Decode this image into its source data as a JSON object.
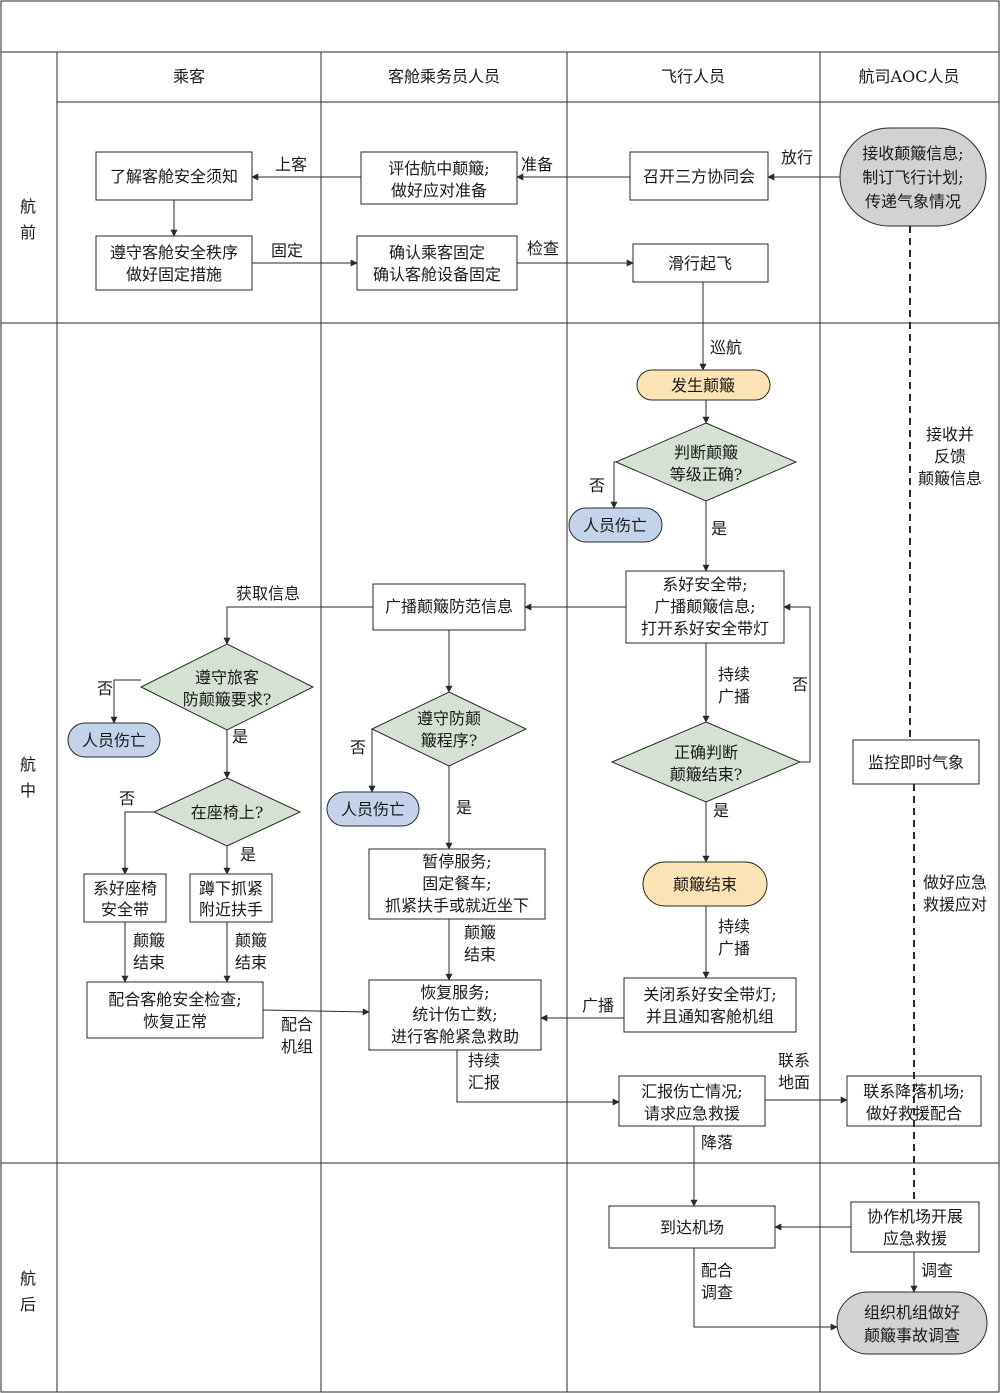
{
  "lanes": {
    "passenger": "乘客",
    "cabin": "客舱乘务员人员",
    "flight": "飞行人员",
    "aoc": "航司AOC人员"
  },
  "phases": {
    "before": [
      "航",
      "前"
    ],
    "during": [
      "航",
      "中"
    ],
    "after": [
      "航",
      "后"
    ]
  },
  "nodes": {
    "aoc_receive": [
      "接收颠簸信息;",
      "制订飞行计划;",
      "传递气象情况"
    ],
    "tri_meeting": "召开三方协同会",
    "assess": [
      "评估航中颠簸;",
      "做好应对准备"
    ],
    "learn_safety": "了解客舱安全须知",
    "obey_order": [
      "遵守客舱安全秩序",
      "做好固定措施"
    ],
    "confirm_fixed": [
      "确认乘客固定",
      "确认客舱设备固定"
    ],
    "taxi": "滑行起飞",
    "turb_start": "发生颠簸",
    "judge_level": [
      "判断颠簸",
      "等级正确?"
    ],
    "casualty_flight": "人员伤亡",
    "fasten_broadcast": [
      "系好安全带;",
      "广播颠簸信息;",
      "打开系好安全带灯"
    ],
    "broadcast_prevent": "广播颠簸防范信息",
    "obey_req": [
      "遵守旅客",
      "防颠簸要求?"
    ],
    "casualty_pass": "人员伤亡",
    "on_seat": "在座椅上?",
    "fasten_seat": [
      "系好座椅",
      "安全带"
    ],
    "squat": [
      "蹲下抓紧",
      "附近扶手"
    ],
    "cooperate_check": [
      "配合客舱安全检查;",
      "恢复正常"
    ],
    "obey_proc": [
      "遵守防颠",
      "簸程序?"
    ],
    "casualty_cabin": "人员伤亡",
    "pause_service": [
      "暂停服务;",
      "固定餐车;",
      "抓紧扶手或就近坐下"
    ],
    "resume": [
      "恢复服务;",
      "统计伤亡数;",
      "进行客舱紧急救助"
    ],
    "judge_end": [
      "正确判断",
      "颠簸结束?"
    ],
    "turb_end": "颠簸结束",
    "close_light": [
      "关闭系好安全带灯;",
      "并且通知客舱机组"
    ],
    "report": [
      "汇报伤亡情况;",
      "请求应急救援"
    ],
    "monitor": "监控即时气象",
    "contact_airport": [
      "联系降落机场;",
      "做好救援配合"
    ],
    "arrive": "到达机场",
    "assist_airport": [
      "协作机场开展",
      "应急救援"
    ],
    "investigate": [
      "组织机组做好",
      "颠簸事故调查"
    ]
  },
  "labels": {
    "release": "放行",
    "prepare": "准备",
    "board": "上客",
    "fix": "固定",
    "check": "检查",
    "cruise": "巡航",
    "no1": "否",
    "yes1": "是",
    "get_info": "获取信息",
    "keep_broadcast1": [
      "持续",
      "广播"
    ],
    "no_loop": "否",
    "yes_end": "是",
    "keep_broadcast2": [
      "持续",
      "广播"
    ],
    "broadcast": "广播",
    "no2": "否",
    "yes2": "是",
    "no3": "否",
    "yes3": "是",
    "no4": "否",
    "yes4": "是",
    "turb_end_a": [
      "颠簸",
      "结束"
    ],
    "turb_end_b": [
      "颠簸",
      "结束"
    ],
    "turb_end_c": [
      "颠簸",
      "结束"
    ],
    "coop_crew": [
      "配合",
      "机组"
    ],
    "keep_report": [
      "持续",
      "汇报"
    ],
    "contact_ground": [
      "联系",
      "地面"
    ],
    "landing": "降落",
    "coop_invest": [
      "配合",
      "调查"
    ],
    "investigate_lbl": "调查",
    "aoc_feedback": [
      "接收并",
      "反馈",
      "颠簸信息"
    ],
    "aoc_rescue": [
      "做好应急",
      "救援应对"
    ]
  },
  "colors": {
    "yellow": "#fbe3b4",
    "blue": "#c5d3ea",
    "gray": "#d2d2d2",
    "green": "#d5e2d3",
    "line": "#2a2a2a"
  }
}
